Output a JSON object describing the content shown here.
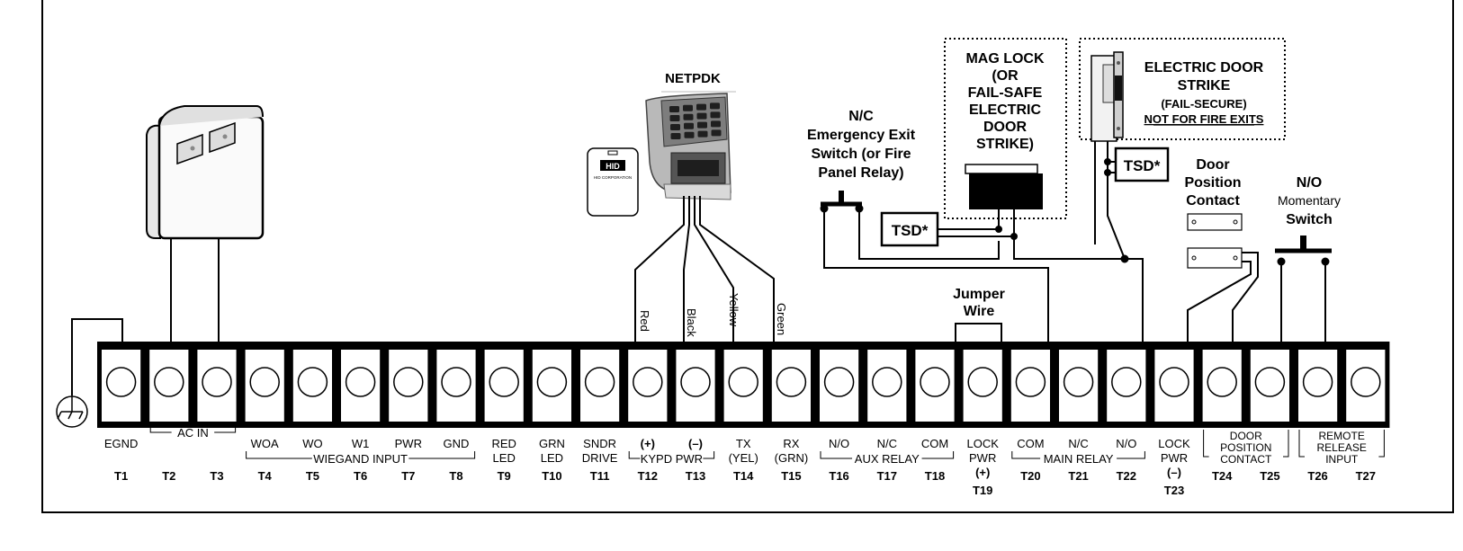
{
  "title_netpdk": "NETPDK",
  "hid_card_text": "HID",
  "hid_card_sub": "HID CORPORATION",
  "emergency_exit": [
    "N/C",
    "Emergency Exit",
    "Switch (or Fire",
    "Panel Relay)"
  ],
  "mag_lock": [
    "MAG LOCK",
    "(OR",
    "FAIL-SAFE",
    "ELECTRIC",
    "DOOR",
    "STRIKE)"
  ],
  "electric_strike": [
    "ELECTRIC DOOR",
    "STRIKE",
    "(FAIL-SECURE)",
    "NOT FOR FIRE EXITS"
  ],
  "tsd_label": "TSD*",
  "door_contact": [
    "Door",
    "Position",
    "Contact"
  ],
  "momentary_switch": [
    "N/O",
    "Momentary",
    "Switch"
  ],
  "jumper_wire": [
    "Jumper",
    "Wire"
  ],
  "wire_colors": [
    "Red",
    "Black",
    "Yellow",
    "Green"
  ],
  "terminals": [
    {
      "id": "T1",
      "top": "EGND",
      "bottom": ""
    },
    {
      "id": "T2",
      "top": "",
      "bottom": ""
    },
    {
      "id": "T3",
      "top": "",
      "bottom": ""
    },
    {
      "id": "T4",
      "top": "WOA",
      "bottom": ""
    },
    {
      "id": "T5",
      "top": "WO",
      "bottom": ""
    },
    {
      "id": "T6",
      "top": "W1",
      "bottom": ""
    },
    {
      "id": "T7",
      "top": "PWR",
      "bottom": ""
    },
    {
      "id": "T8",
      "top": "GND",
      "bottom": ""
    },
    {
      "id": "T9",
      "top": "RED",
      "bottom": "LED"
    },
    {
      "id": "T10",
      "top": "GRN",
      "bottom": "LED"
    },
    {
      "id": "T11",
      "top": "SNDR",
      "bottom": "DRIVE"
    },
    {
      "id": "T12",
      "top": "(+)",
      "bottom": ""
    },
    {
      "id": "T13",
      "top": "(–)",
      "bottom": ""
    },
    {
      "id": "T14",
      "top": "TX",
      "bottom": "(YEL)"
    },
    {
      "id": "T15",
      "top": "RX",
      "bottom": "(GRN)"
    },
    {
      "id": "T16",
      "top": "N/O",
      "bottom": ""
    },
    {
      "id": "T17",
      "top": "N/C",
      "bottom": ""
    },
    {
      "id": "T18",
      "top": "COM",
      "bottom": ""
    },
    {
      "id": "T19",
      "top": "LOCK",
      "bottom": "PWR",
      "third": "(+)"
    },
    {
      "id": "T20",
      "top": "COM",
      "bottom": ""
    },
    {
      "id": "T21",
      "top": "N/C",
      "bottom": ""
    },
    {
      "id": "T22",
      "top": "N/O",
      "bottom": ""
    },
    {
      "id": "T23",
      "top": "LOCK",
      "bottom": "PWR",
      "third": "(–)"
    },
    {
      "id": "T24",
      "top": "",
      "bottom": ""
    },
    {
      "id": "T25",
      "top": "",
      "bottom": ""
    },
    {
      "id": "T26",
      "top": "",
      "bottom": ""
    },
    {
      "id": "T27",
      "top": "",
      "bottom": ""
    }
  ],
  "groups": {
    "ac_in": "AC IN",
    "wiegand": "WIEGAND INPUT",
    "kypd_pwr": "KYPD PWR",
    "aux_relay": "AUX RELAY",
    "main_relay": "MAIN RELAY",
    "door_position": [
      "DOOR",
      "POSITION",
      "CONTACT"
    ],
    "remote_release": [
      "REMOTE",
      "RELEASE",
      "INPUT"
    ]
  }
}
